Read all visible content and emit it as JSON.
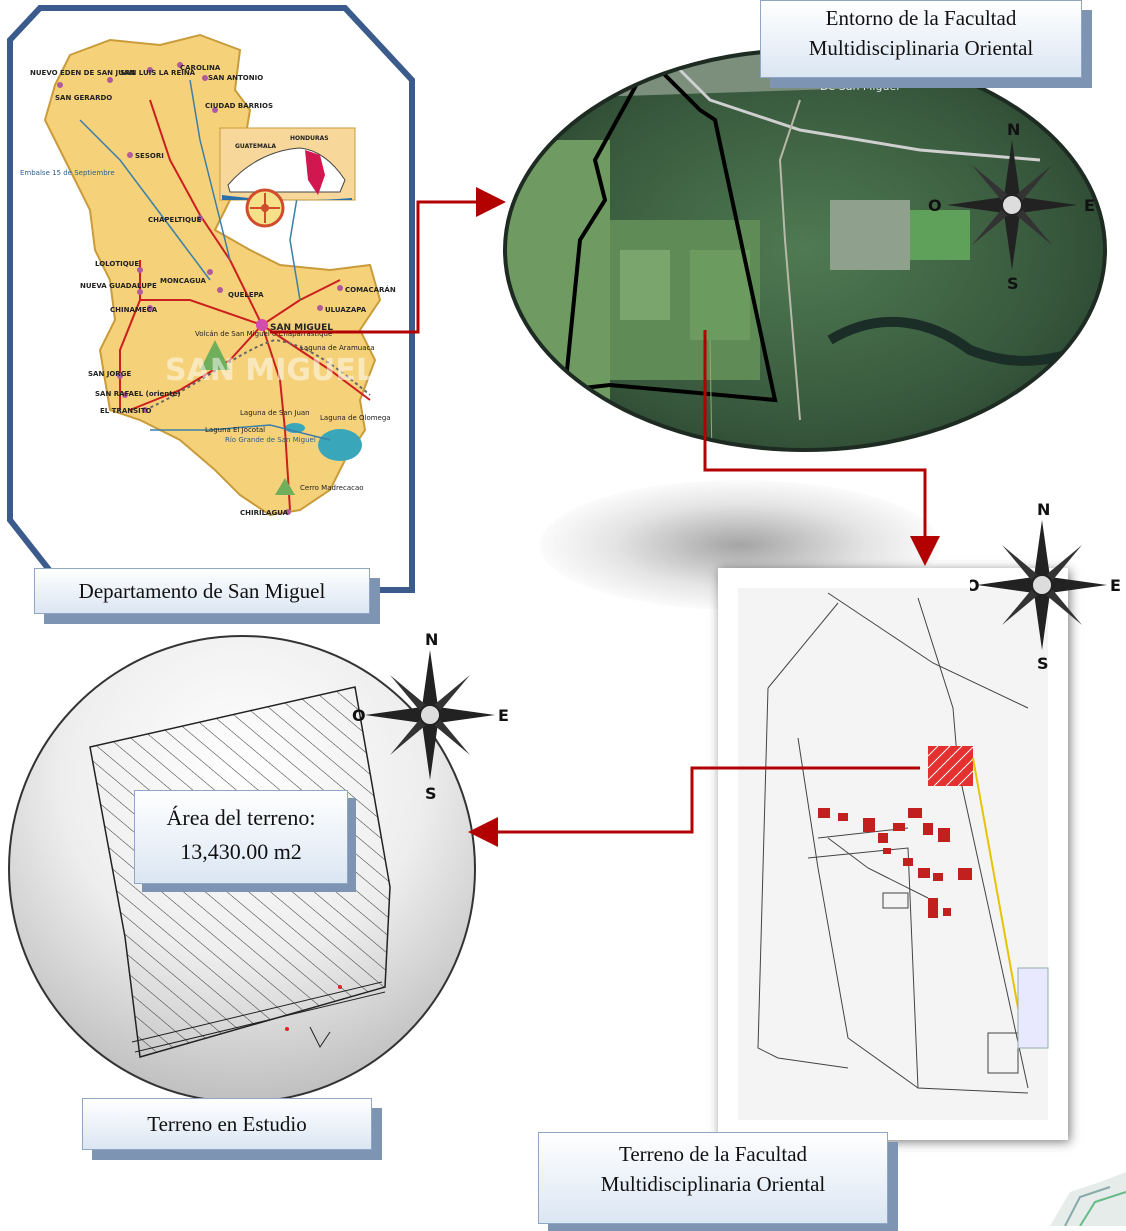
{
  "map_section": {
    "caption": "Departamento de San Miguel",
    "towns": [
      "NUEVO EDEN DE SAN JUAN",
      "SAN GERARDO",
      "SAN LUIS LA REINA",
      "CAROLINA",
      "SAN ANTONIO",
      "CIUDAD BARRIOS",
      "SESORI",
      "CHAPELTIQUE",
      "LOLOTIQUE",
      "MONCAGUA",
      "QUELEPA",
      "COMACARÁN",
      "NUEVA GUADALUPE",
      "CHINAMECA",
      "SAN MIGUEL",
      "ULUAZAPA",
      "SAN JORGE",
      "SAN RAFAEL (oriente)",
      "EL TRANSITO",
      "CHIRILAGUA"
    ],
    "places": [
      "Embalse 15 de Septiembre",
      "Volcán de San Miguel o Chaparrastique",
      "Laguna de Aramuaca",
      "Laguna de San Juan",
      "Laguna El Jocotal",
      "Laguna de Olomega",
      "Cerro Madrecacao",
      "Río Grande de San Miguel"
    ],
    "watermark": "SAN MIGUEL",
    "inset_labels": [
      "GUATEMALA",
      "HONDURAS"
    ]
  },
  "satellite_section": {
    "caption_line1": "Entorno de la Facultad",
    "caption_line2": "Multidisciplinaria Oriental",
    "road_label": "De San Miguel"
  },
  "campus_plan_section": {
    "caption_line1": "Terreno  de la Facultad",
    "caption_line2": "Multidisciplinaria Oriental"
  },
  "terrain_section": {
    "caption": "Terreno  en Estudio",
    "area_label_line1": "Área del terreno:",
    "area_label_line2": "13,430.00 m2"
  },
  "compass": {
    "north": "N",
    "south": "S",
    "east": "E",
    "west": "O"
  },
  "colors": {
    "arrow": "#b30000",
    "frame": "#3b5b8c",
    "map_land": "#f5d27a",
    "caption_bg": "#dbe6f3"
  }
}
